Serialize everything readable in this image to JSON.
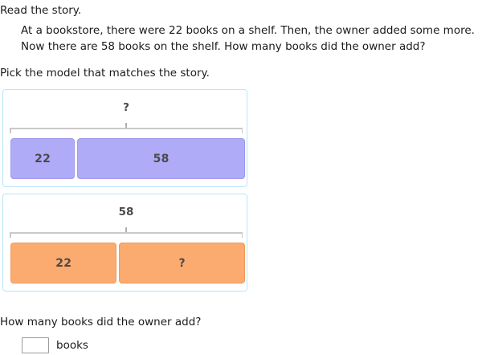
{
  "instructions": {
    "read_story": "Read the story.",
    "pick_model": "Pick the model that matches the story."
  },
  "story": {
    "line1": "At a bookstore, there were 22 books on a shelf. Then, the owner added some more.",
    "line2": "Now there are 58 books on the shelf. How many books did the owner add?"
  },
  "models": [
    {
      "id": "model-1",
      "bracket_label": "?",
      "color": "#b0abf7",
      "border_color": "#9f99ee",
      "segments": [
        {
          "label": "22",
          "flex": 22
        },
        {
          "label": "58",
          "flex": 58
        }
      ]
    },
    {
      "id": "model-2",
      "bracket_label": "58",
      "color": "#fcab70",
      "border_color": "#ef9a5c",
      "segments": [
        {
          "label": "22",
          "flex": 38
        },
        {
          "label": "?",
          "flex": 45
        }
      ]
    }
  ],
  "answer": {
    "question": "How many books did the owner add?",
    "input_value": "",
    "input_placeholder": "",
    "unit_label": "books"
  },
  "colors": {
    "card_border": "#b7e6fb",
    "bracket": "#c9c9c9",
    "bar_text": "#4a4a4a",
    "body_text": "#1b1b1b"
  }
}
